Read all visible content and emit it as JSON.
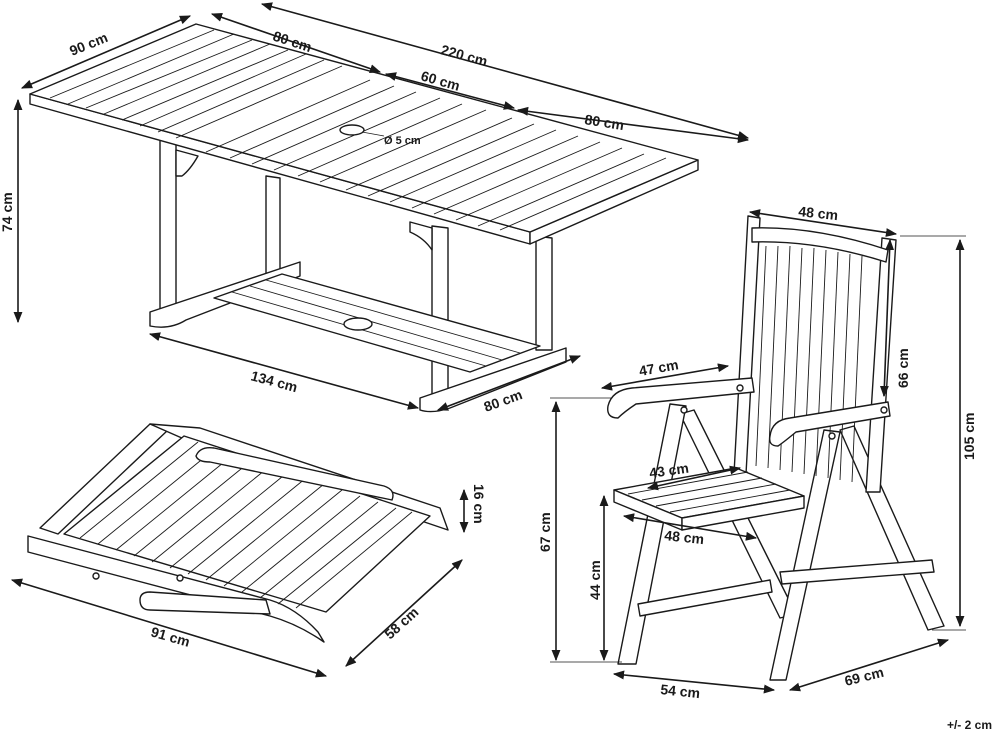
{
  "table": {
    "depth": "90 cm",
    "leaf_left": "80 cm",
    "total_length": "220 cm",
    "leaf_middle": "60 cm",
    "leaf_right": "80 cm",
    "hole": "Ø 5 cm",
    "height": "74 cm",
    "base_length": "134 cm",
    "base_depth": "80 cm"
  },
  "folded_chair": {
    "thickness": "16 cm",
    "length": "91 cm",
    "width": "58 cm"
  },
  "chair": {
    "back_width": "48 cm",
    "back_height": "66 cm",
    "total_height": "105 cm",
    "armrest_depth": "47 cm",
    "seat_depth": "43 cm",
    "armrest_height": "67 cm",
    "seat_width": "48 cm",
    "seat_height": "44 cm",
    "base_width": "54 cm",
    "base_depth": "69 cm"
  },
  "tolerance": "+/- 2 cm"
}
